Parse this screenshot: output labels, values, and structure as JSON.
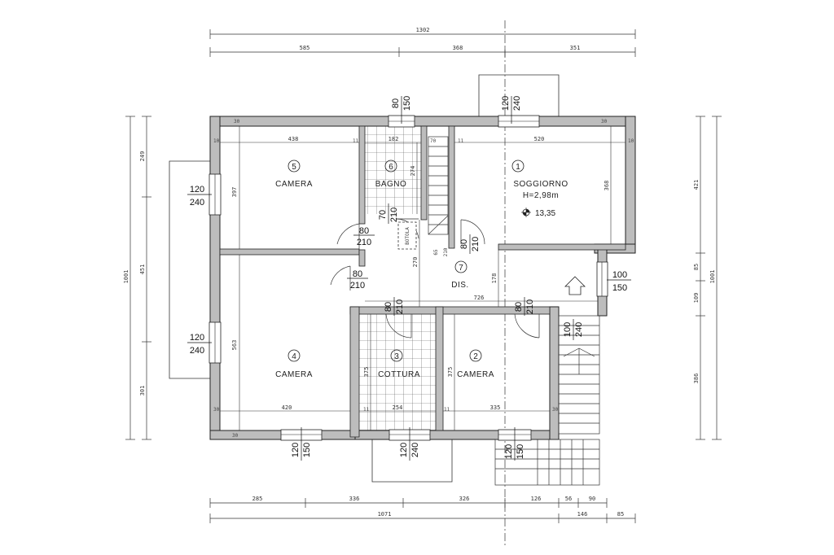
{
  "dimensions": {
    "top_overall": "1302",
    "top_partials": [
      "585",
      "368",
      "351"
    ],
    "bottom_partials": [
      "285",
      "336",
      "326",
      "126",
      "56",
      "90"
    ],
    "bottom_overall": "1071",
    "bottom_extra": [
      "146",
      "85"
    ],
    "left_overall": "1001",
    "left_partials": [
      "249",
      "451",
      "301"
    ],
    "right_overall": "1001",
    "right_partials": [
      "421",
      "85",
      "109",
      "386"
    ]
  },
  "rooms": [
    {
      "num": "1",
      "name": "SOGGIORNO",
      "height": "H=2,98m",
      "level": "13,35"
    },
    {
      "num": "2",
      "name": "CAMERA"
    },
    {
      "num": "3",
      "name": "COTTURA"
    },
    {
      "num": "4",
      "name": "CAMERA"
    },
    {
      "num": "5",
      "name": "CAMERA"
    },
    {
      "num": "6",
      "name": "BAGNO"
    },
    {
      "num": "7",
      "name": "DIS."
    }
  ],
  "room_dims": {
    "r5_w": "438",
    "r5_h": "397",
    "r6_w": "182",
    "r6_h": "274",
    "r1_w": "520",
    "r1_h": "368",
    "r4_w": "420",
    "r4_h": "563",
    "r3_w": "254",
    "r3_h": "375",
    "r2_w": "335",
    "r2_h": "375",
    "dis_w": "726",
    "dis_h": "270",
    "dis_h2": "178",
    "wall_30": "30",
    "wall_11": "11",
    "wall_70": "70",
    "wall_10": "10"
  },
  "openings": {
    "w_bagno": [
      "80",
      "150"
    ],
    "w_soggiorno": [
      "120",
      "240"
    ],
    "w_camera5": [
      "120",
      "240"
    ],
    "w_camera4": [
      "120",
      "240"
    ],
    "w_dis": [
      "100",
      "150"
    ],
    "d_bagno": [
      "70",
      "210"
    ],
    "d_camera5": [
      "80",
      "210"
    ],
    "d_camera4": [
      "80",
      "210"
    ],
    "d_soggiorno_a": [
      "80",
      "210"
    ],
    "d_soggiorno_b": "65",
    "d_soggiorno_c": "210",
    "d_cottura": [
      "80",
      "210"
    ],
    "d_camera2": [
      "80",
      "210"
    ],
    "d_entrance": [
      "100",
      "240"
    ],
    "w_bottom4": [
      "120",
      "150"
    ],
    "w_bottom3": [
      "120",
      "240"
    ],
    "w_bottom2": [
      "120",
      "150"
    ]
  },
  "labels": {
    "botola": "BOTOLA"
  }
}
